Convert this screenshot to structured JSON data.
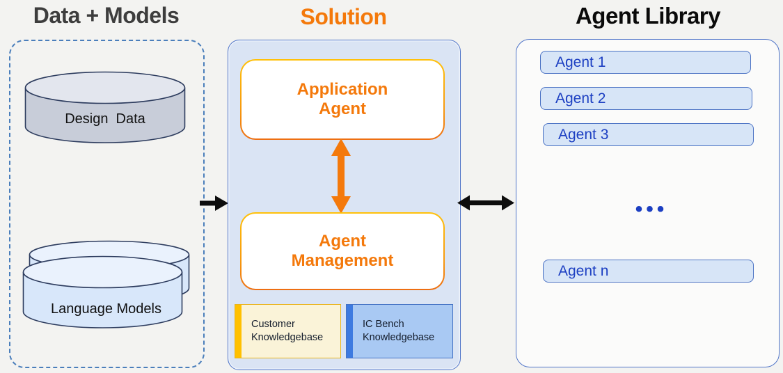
{
  "colors": {
    "background": "#F3F3F1",
    "accent_orange": "#F4790B",
    "accent_blue": "#4472C4",
    "agent_text_blue": "#1C3FC2",
    "gold_stripe": "#FFC000",
    "blue_stripe": "#3D7AE0",
    "solution_panel_bg": "#DAE4F4",
    "dashed_border_blue": "#4A7EBB",
    "arrow_black": "#0D0D0D"
  },
  "data_models": {
    "title": "Data + Models",
    "design_data_label": "Design  Data",
    "language_models_label": "Language Models"
  },
  "solution": {
    "title": "Solution",
    "application_agent_label": "Application Agent",
    "agent_management_label": "Agent Management",
    "knowledgebases": [
      {
        "label": "Customer Knowledgebase"
      },
      {
        "label": "IC Bench Knowledgebase"
      }
    ]
  },
  "agent_library": {
    "title": "Agent Library",
    "agents": [
      "Agent 1",
      "Agent 2",
      "Agent 3"
    ],
    "ellipsis": "•••",
    "last_agent": "Agent n"
  }
}
